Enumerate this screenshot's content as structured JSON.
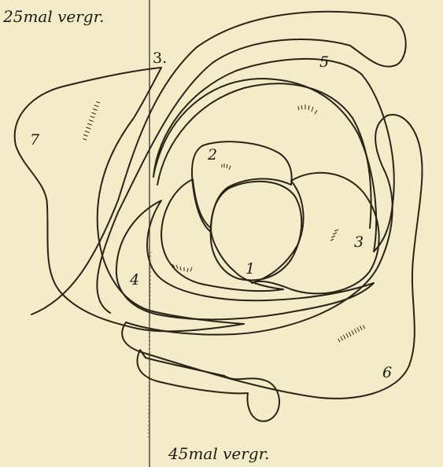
{
  "captions": {
    "top_left": "25mal vergr.",
    "bottom": "45mal vergr."
  },
  "labels": {
    "divider": "3.",
    "l1": "1",
    "l2": "2",
    "l3": "3",
    "l4": "4",
    "l5": "5",
    "l6": "6",
    "l7": "7"
  }
}
